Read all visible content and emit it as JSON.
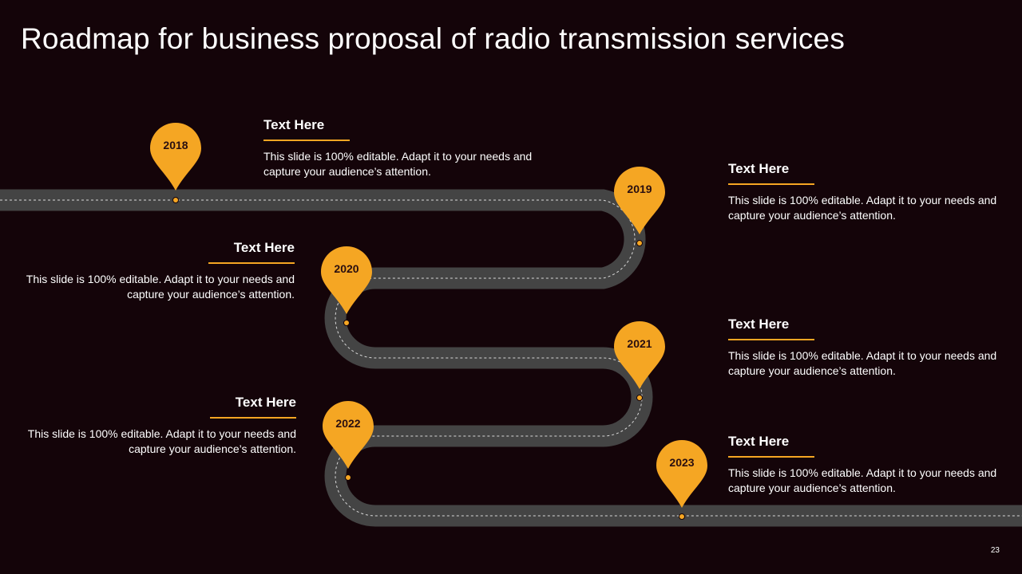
{
  "title": "Roadmap for business proposal of radio transmission services",
  "page_number": "23",
  "colors": {
    "background": "#140409",
    "road": "#444444",
    "accent": "#F5A623",
    "marker_text": "#2A0F10"
  },
  "milestones": [
    {
      "year": "2018",
      "heading": "Text Here",
      "description": "This slide is 100% editable. Adapt it to your needs and capture your  audience’s attention."
    },
    {
      "year": "2019",
      "heading": "Text Here",
      "description": "This slide is 100% editable. Adapt it to your needs and capture your  audience’s attention."
    },
    {
      "year": "2020",
      "heading": "Text Here",
      "description": "This slide is 100% editable. Adapt it to your needs and capture your  audience’s attention."
    },
    {
      "year": "2021",
      "heading": "Text Here",
      "description": "This slide is 100% editable. Adapt it to your needs and capture your  audience’s attention."
    },
    {
      "year": "2022",
      "heading": "Text Here",
      "description": "This slide is 100% editable. Adapt it to your needs and capture your  audience’s attention."
    },
    {
      "year": "2023",
      "heading": "Text Here",
      "description": "This slide is 100% editable. Adapt it to your needs and capture your  audience’s attention."
    }
  ]
}
